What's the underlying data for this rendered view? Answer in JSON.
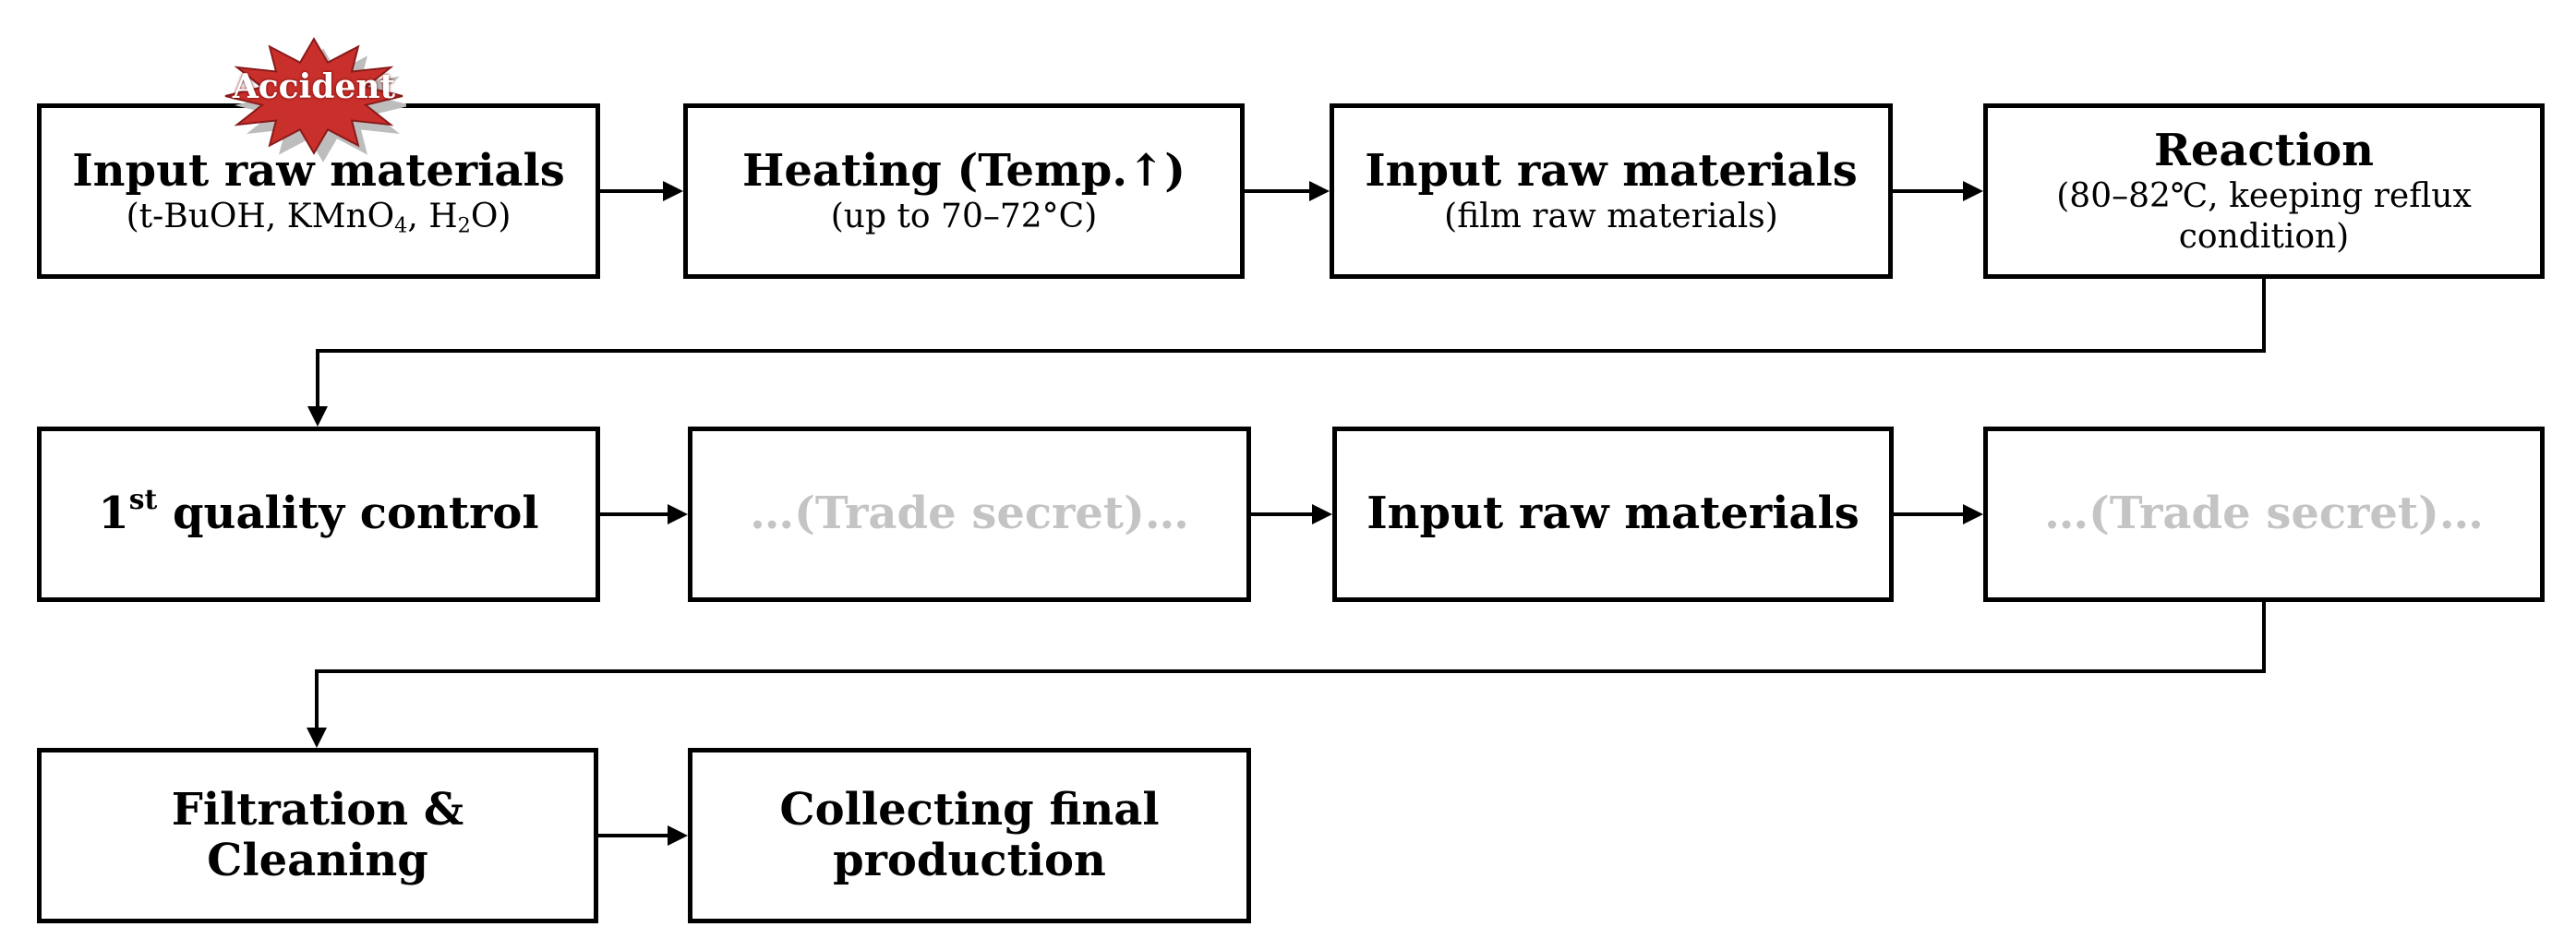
{
  "accident_badge": {
    "label": "Accident",
    "colors": {
      "burst": "#c9302c",
      "shadow": "#bdbdbd"
    }
  },
  "rows": [
    [
      {
        "title": "Input raw materials",
        "sub": [
          {
            "t": "(t-BuOH, KMnO"
          },
          {
            "t": "4",
            "sub": true
          },
          {
            "t": ", H"
          },
          {
            "t": "2",
            "sub": true
          },
          {
            "t": "O)"
          }
        ]
      },
      {
        "title": "Heating (Temp.↑)",
        "sub": [
          {
            "t": "(up to 70–72°C)"
          }
        ]
      },
      {
        "title": "Input raw materials",
        "sub": [
          {
            "t": "(film raw materials)"
          }
        ]
      },
      {
        "title": "Reaction",
        "sub": [
          {
            "t": "(80–82℃, keeping reflux condition)"
          }
        ]
      }
    ],
    [
      {
        "title_parts": [
          {
            "t": "1"
          },
          {
            "t": "st",
            "sup": true
          },
          {
            "t": " quality control"
          }
        ]
      },
      {
        "title": "…(Trade secret)…",
        "secret": true
      },
      {
        "title": "Input raw materials"
      },
      {
        "title": "…(Trade secret)…",
        "secret": true
      }
    ],
    [
      {
        "title": "Filtration & Cleaning"
      },
      {
        "title": "Collecting final production"
      }
    ]
  ],
  "colors": {
    "secret_text": "#c4c4c4",
    "border": "#000000"
  }
}
